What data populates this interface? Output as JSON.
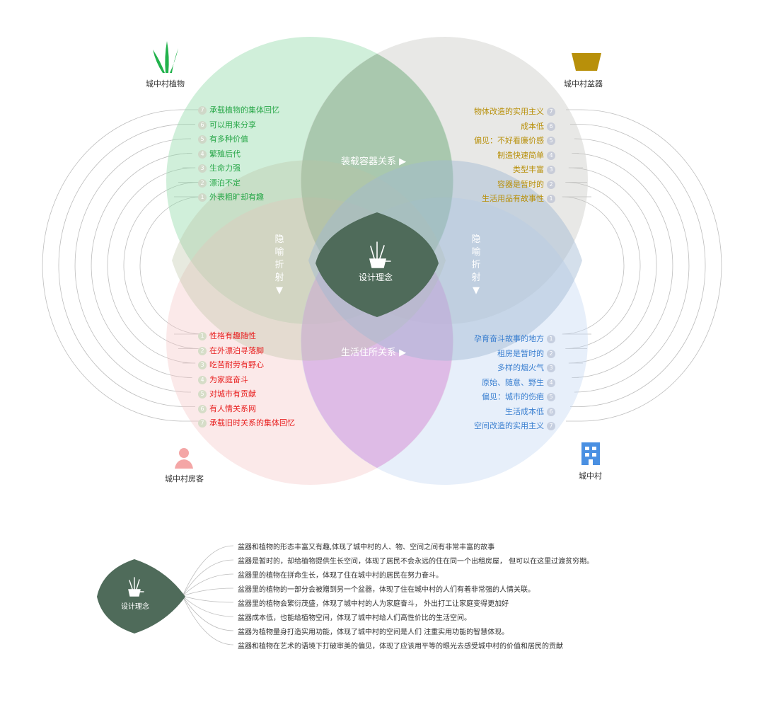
{
  "colors": {
    "plants": "#2aa84a",
    "pots": "#b8900a",
    "tenants": "#e82020",
    "village": "#3a7fd0",
    "plants_num": "#cfd8c8",
    "pots_num": "#c8ccd8",
    "tenants_num": "#d6ddc8",
    "village_num": "#c6cfe0",
    "center": "#4f6b5a"
  },
  "corners": {
    "plants": {
      "label": "城中村植物",
      "icon": "grass-icon"
    },
    "pots": {
      "label": "城中村盆器",
      "icon": "pot-icon"
    },
    "tenants": {
      "label": "城中村房客",
      "icon": "person-icon"
    },
    "village": {
      "label": "城中村",
      "icon": "building-icon"
    }
  },
  "overlaps": {
    "top": "装载容器关系 ▶",
    "bottom": "生活住所关系 ▶",
    "left": "隐喻折射▼",
    "right": "隐喻折射▼",
    "center": "设计理念"
  },
  "plants_items": [
    {
      "n": "7",
      "text": "承载植物的集体回忆"
    },
    {
      "n": "6",
      "text": "可以用来分享"
    },
    {
      "n": "5",
      "text": "有多种价值"
    },
    {
      "n": "4",
      "text": "繁殖后代"
    },
    {
      "n": "3",
      "text": "生命力强"
    },
    {
      "n": "2",
      "text": "漂泊不定"
    },
    {
      "n": "1",
      "text": "外表粗旷却有趣"
    }
  ],
  "pots_items": [
    {
      "n": "7",
      "text": "物体改造的实用主义"
    },
    {
      "n": "6",
      "text": "成本低"
    },
    {
      "n": "5",
      "text": "偏见：不好看廉价感"
    },
    {
      "n": "4",
      "text": "制造快速简单"
    },
    {
      "n": "3",
      "text": "类型丰富"
    },
    {
      "n": "2",
      "text": "容器是暂时的"
    },
    {
      "n": "1",
      "text": "生活用品有故事性"
    }
  ],
  "tenants_items": [
    {
      "n": "1",
      "text": "性格有趣随性"
    },
    {
      "n": "2",
      "text": "在外漂泊寻落脚"
    },
    {
      "n": "3",
      "text": "吃苦耐劳有野心"
    },
    {
      "n": "4",
      "text": "为家庭奋斗"
    },
    {
      "n": "5",
      "text": "对城市有贡献"
    },
    {
      "n": "6",
      "text": "有人情关系网"
    },
    {
      "n": "7",
      "text": "承载旧时关系的集体回忆"
    }
  ],
  "village_items": [
    {
      "n": "1",
      "text": "孕育奋斗故事的地方"
    },
    {
      "n": "2",
      "text": "租房是暂时的"
    },
    {
      "n": "3",
      "text": "多样的烟火气"
    },
    {
      "n": "4",
      "text": "原始、随意、野生"
    },
    {
      "n": "5",
      "text": "偏见：城市的伤疤"
    },
    {
      "n": "6",
      "text": "生活成本低"
    },
    {
      "n": "7",
      "text": "空间改造的实用主义"
    }
  ],
  "concept_badge": "设计理念",
  "statements": [
    "盆器和植物的形态丰富又有趣,体现了城中村的人、物、空间之间有非常丰富的故事",
    "盆器是暂时的，却给植物提供生长空间，体现了居民不会永远的住在同一个出租房屋， 但可以在这里过渡贫穷期。",
    "盆器里的植物在拼命生长，体现了住在城中村的居民在努力奋斗。",
    "盆器里的植物的一部分会被赠到另一个盆器，体现了住在城中村的人们有着非常强的人情关联。",
    "盆器里的植物会繁衍茂盛，体现了城中村的人为家庭奋斗， 外出打工让家庭变得更加好",
    "盆器成本低，也能给植物空间，体现了城中村给人们高性价比的生活空间。",
    "盆器为植物量身打造实用功能，体现了城中村的空间是人们 注重实用功能的智慧体现。",
    "盆器和植物在艺术的语境下打破审美的偏见，体现了应该用平等的眼光去感受城中村的价值和居民的贡献"
  ]
}
